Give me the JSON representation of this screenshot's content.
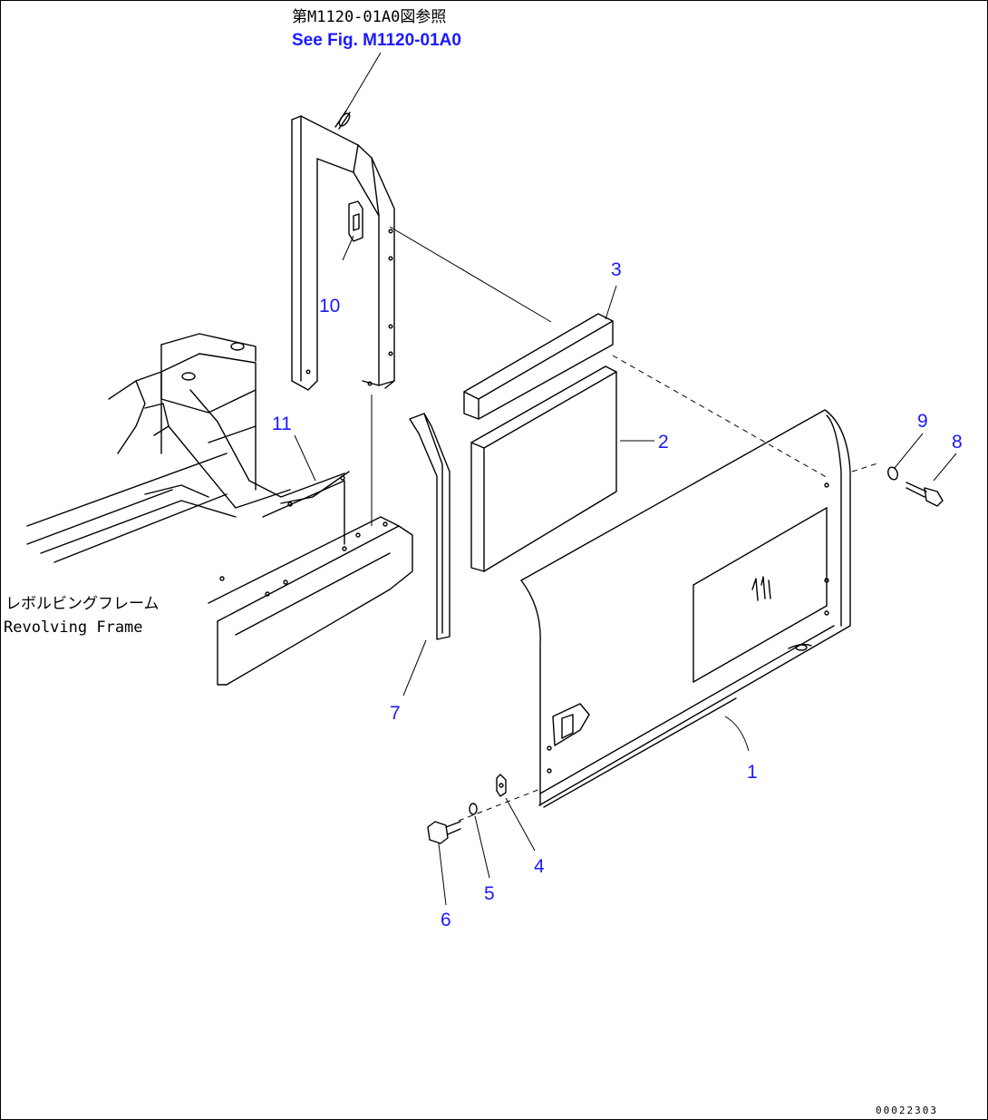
{
  "colors": {
    "callout": "#1a1aff",
    "line": "#000000",
    "background": "#ffffff"
  },
  "reference": {
    "jp": "第M1120-01A0図参照",
    "en": "See Fig. M1120-01A0"
  },
  "frame_label": {
    "jp": "レボルビングフレーム",
    "en": "Revolving Frame"
  },
  "callouts": [
    "1",
    "2",
    "3",
    "4",
    "5",
    "6",
    "7",
    "8",
    "9",
    "10",
    "11"
  ],
  "doc_number": "00022303"
}
